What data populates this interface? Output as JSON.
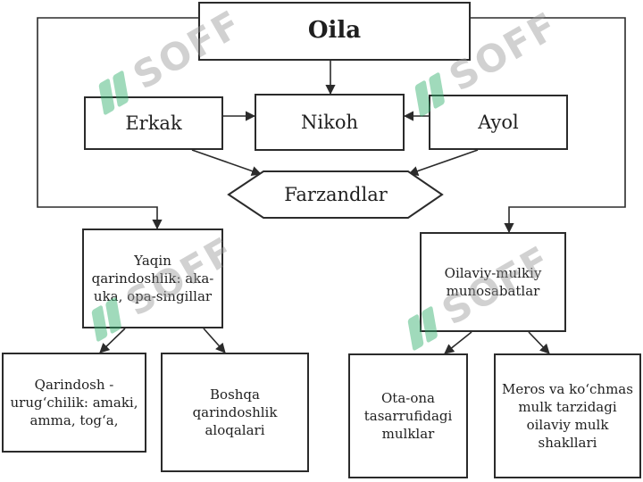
{
  "diagram": {
    "nodes": {
      "oila": "Oila",
      "erkak": "Erkak",
      "nikoh": "Nikoh",
      "ayol": "Ayol",
      "farzandlar": "Farzandlar",
      "yaqin": "Yaqin qarindoshlik: aka-uka, opa-singillar",
      "oilaviy": "Oilaviy-mulkiy munosabatlar",
      "qarindosh": "Qarindosh - urug‘chilik: amaki, amma, tog‘a,",
      "boshqa": "Boshqa qarindoshlik aloqalari",
      "otaona": "Ota-ona tasarrufidagi mulklar",
      "meros": "Meros va ko‘chmas mulk tarzidagi oilaviy mulk shakllari"
    }
  },
  "watermark": {
    "text": "SOFF",
    "color": "#2fae6b"
  }
}
